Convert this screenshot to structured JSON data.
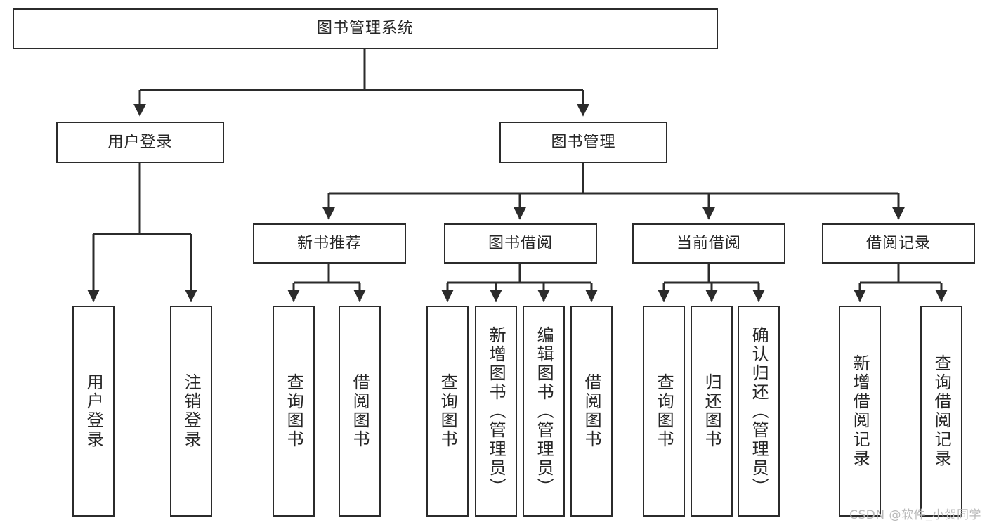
{
  "diagram": {
    "type": "tree-hierarchy",
    "title": "图书管理系统",
    "orientation": "top-down",
    "edge_color": "#2b2b2b",
    "node_border_color": "#2b2b2b",
    "node_fill_color": "#ffffff",
    "text_color": "#262626"
  },
  "nodes": {
    "root": {
      "label": "图书管理系统"
    },
    "level2": [
      {
        "label": "用户登录"
      },
      {
        "label": "图书管理"
      }
    ],
    "level3": [
      {
        "label": "新书推荐"
      },
      {
        "label": "图书借阅"
      },
      {
        "label": "当前借阅"
      },
      {
        "label": "借阅记录"
      }
    ],
    "leaves": {
      "user_login": [
        {
          "label": "用户登录"
        },
        {
          "label": "注销登录"
        }
      ],
      "new_book_recommend": [
        {
          "label": "查询图书"
        },
        {
          "label": "借阅图书"
        }
      ],
      "book_borrow": [
        {
          "label": "查询图书"
        },
        {
          "label": "新增图书（管理员）"
        },
        {
          "label": "编辑图书（管理员）"
        },
        {
          "label": "借阅图书"
        }
      ],
      "current_borrow": [
        {
          "label": "查询图书"
        },
        {
          "label": "归还图书"
        },
        {
          "label": "确认归还（管理员）"
        }
      ],
      "borrow_record": [
        {
          "label": "新增借阅记录"
        },
        {
          "label": "查询借阅记录"
        }
      ]
    }
  },
  "watermark": {
    "text": "CSDN @软件_小贺同学"
  }
}
